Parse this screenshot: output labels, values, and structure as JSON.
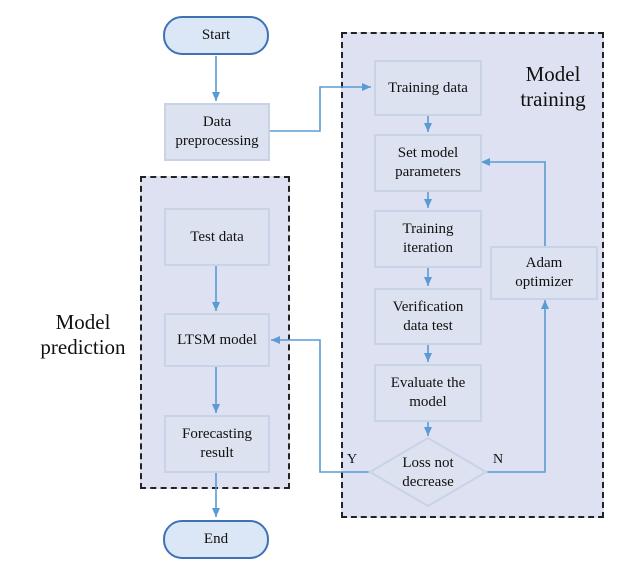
{
  "diagram": {
    "start": "Start",
    "end": "End",
    "data_preprocessing": "Data\npreprocessing",
    "model_training_label": "Model\ntraining",
    "model_prediction_label": "Model\nprediction",
    "training": {
      "training_data": "Training data",
      "set_params": "Set model\nparameters",
      "training_iteration": "Training\niteration",
      "verification": "Verification\ndata test",
      "evaluate": "Evaluate the\nmodel",
      "loss_decision": "Loss not\ndecrease",
      "adam": "Adam\noptimizer",
      "yes_label": "Y",
      "no_label": "N"
    },
    "prediction": {
      "test_data": "Test data",
      "ltsm_model": "LTSM model",
      "forecasting": "Forecasting\nresult"
    },
    "colors": {
      "arrow": "#5b9bd5",
      "region_fill": "#dde1f1",
      "box_fill": "#dce2ef",
      "terminal_border": "#3f72b5"
    }
  }
}
